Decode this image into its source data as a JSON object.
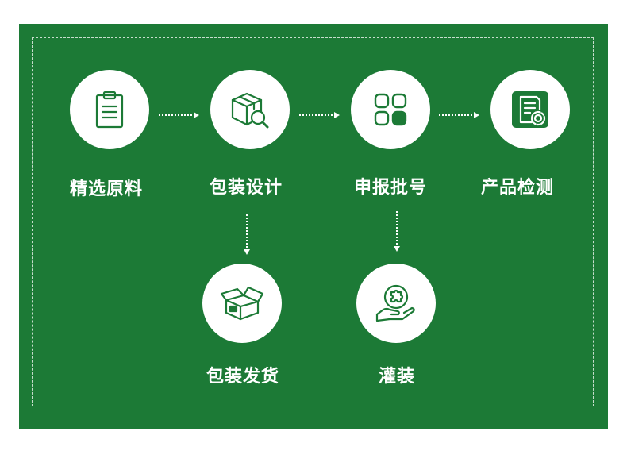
{
  "steps": [
    {
      "label": "精选原料",
      "icon": "clipboard-icon"
    },
    {
      "label": "包装设计",
      "icon": "box-search-icon"
    },
    {
      "label": "申报批号",
      "icon": "grid-apps-icon"
    },
    {
      "label": "产品检测",
      "icon": "document-gear-icon"
    },
    {
      "label": "包装发货",
      "icon": "open-box-icon"
    },
    {
      "label": "灌装",
      "icon": "hand-puzzle-icon"
    }
  ],
  "colors": {
    "background": "#1c7a36",
    "node": "#ffffff",
    "icon": "#1c7a36"
  }
}
